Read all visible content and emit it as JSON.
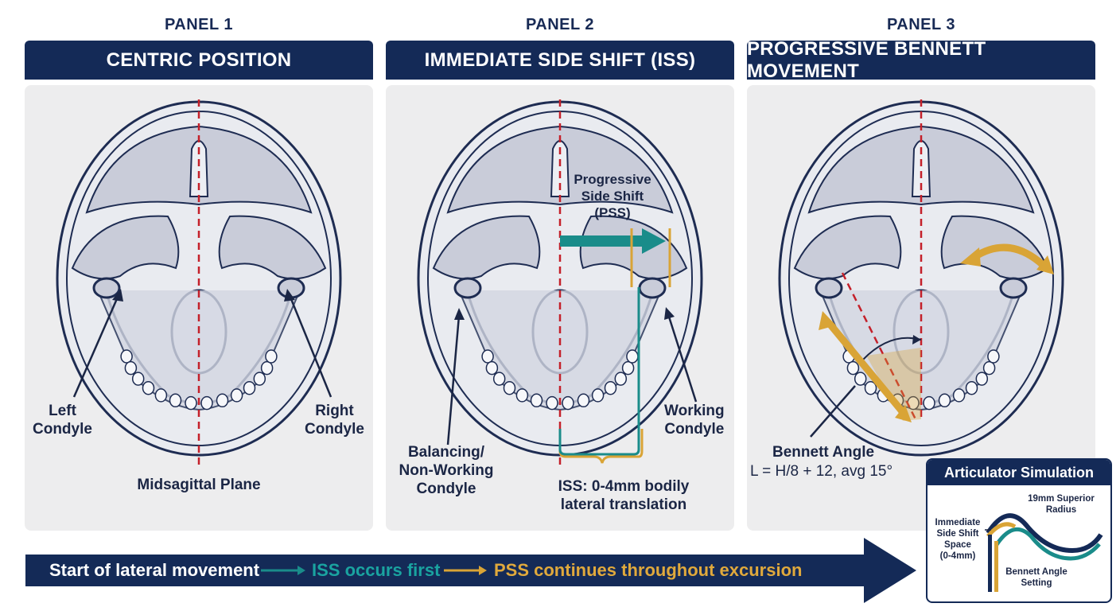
{
  "panels": [
    {
      "label": "PANEL 1",
      "title": "CENTRIC POSITION"
    },
    {
      "label": "PANEL 2",
      "title": "IMMEDIATE SIDE SHIFT (ISS)"
    },
    {
      "label": "PANEL 3",
      "title": "PROGRESSIVE BENNETT MOVEMENT"
    }
  ],
  "panel1": {
    "left_condyle": "Left\nCondyle",
    "right_condyle": "Right\nCondyle",
    "midsagittal": "Midsagittal Plane"
  },
  "panel2": {
    "pss": "Progressive\nSide Shift\n(PSS)",
    "working": "Working\nCondyle",
    "balancing": "Balancing/\nNon-Working\nCondyle",
    "iss": "ISS: 0-4mm bodily\nlateral translation"
  },
  "panel3": {
    "bennett_angle": "Bennett Angle",
    "formula": "L = H/8 + 12, avg 15°"
  },
  "flow": {
    "step1": "Start of lateral movement",
    "step2": "ISS occurs first",
    "step3": "PSS continues throughout excursion"
  },
  "simulation": {
    "title": "Articulator Simulation",
    "radius": "19mm Superior\nRadius",
    "iss_space": "Immediate\nSide Shift\nSpace\n(0-4mm)",
    "bennett_setting": "Bennett Angle\nSetting"
  },
  "colors": {
    "navy": "#142a57",
    "teal": "#1a8c8a",
    "gold": "#d9a436",
    "red_dash": "#c4202a"
  }
}
